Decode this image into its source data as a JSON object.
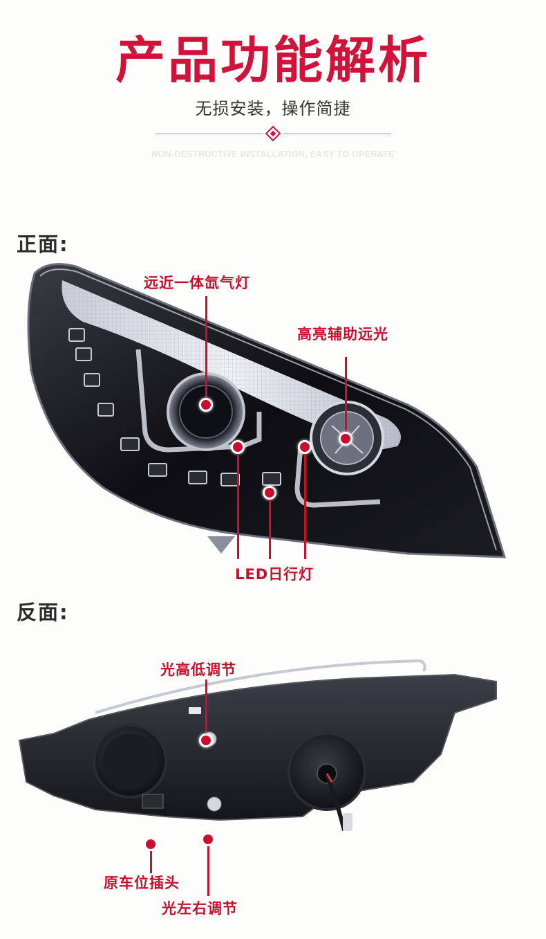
{
  "header": {
    "title": "产品功能解析",
    "subtitle": "无损安装，操作简捷",
    "subtitle_en": "NON-DESTRUCTIVE INSTALLATION, EASY TO OPERATE",
    "accent_color": "#d1123a"
  },
  "front": {
    "heading": "正面:",
    "callouts": [
      {
        "label": "远近一体氙气灯"
      },
      {
        "label": "高亮辅助远光"
      },
      {
        "label": "LED日行灯"
      }
    ]
  },
  "back": {
    "heading": "反面:",
    "callouts": [
      {
        "label": "光高低调节"
      },
      {
        "label": "原车位插头"
      },
      {
        "label": "光左右调节"
      }
    ]
  }
}
